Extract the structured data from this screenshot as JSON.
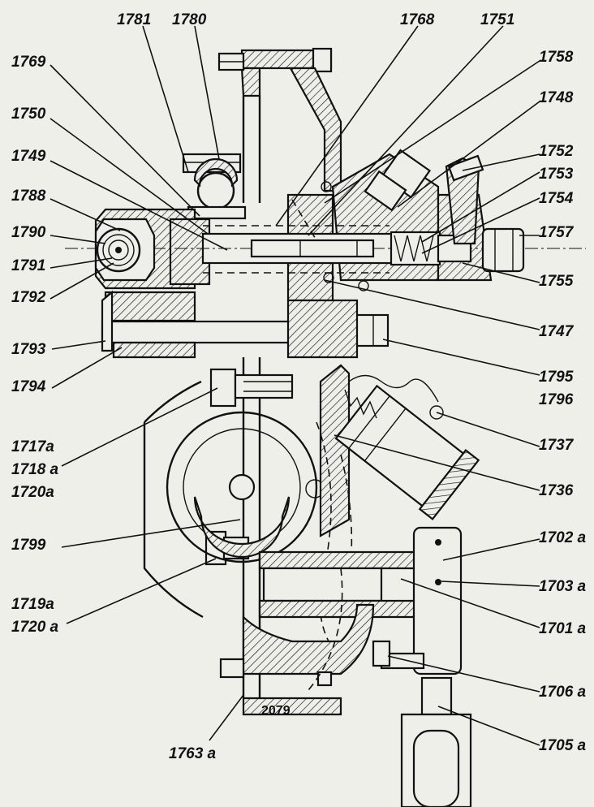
{
  "labels": [
    {
      "id": "l1781",
      "text": "1781"
    },
    {
      "id": "l1780",
      "text": "1780"
    },
    {
      "id": "l1768",
      "text": "1768"
    },
    {
      "id": "l1751",
      "text": "1751"
    },
    {
      "id": "l1769",
      "text": "1769"
    },
    {
      "id": "l1758",
      "text": "1758"
    },
    {
      "id": "l1750",
      "text": "1750"
    },
    {
      "id": "l1748",
      "text": "1748"
    },
    {
      "id": "l1749",
      "text": "1749"
    },
    {
      "id": "l1752",
      "text": "1752"
    },
    {
      "id": "l1753",
      "text": "1753"
    },
    {
      "id": "l1788",
      "text": "1788"
    },
    {
      "id": "l1754",
      "text": "1754"
    },
    {
      "id": "l1790",
      "text": "1790"
    },
    {
      "id": "l1757",
      "text": "1757"
    },
    {
      "id": "l1791",
      "text": "1791"
    },
    {
      "id": "l1755",
      "text": "1755"
    },
    {
      "id": "l1792",
      "text": "1792"
    },
    {
      "id": "l1747",
      "text": "1747"
    },
    {
      "id": "l1793",
      "text": "1793"
    },
    {
      "id": "l1795",
      "text": "1795"
    },
    {
      "id": "l1794",
      "text": "1794"
    },
    {
      "id": "l1796",
      "text": "1796"
    },
    {
      "id": "l1717a",
      "text": "1717a"
    },
    {
      "id": "l1737",
      "text": "1737"
    },
    {
      "id": "l1718a",
      "text": "1718 a"
    },
    {
      "id": "l1720a1",
      "text": "1720a"
    },
    {
      "id": "l1736",
      "text": "1736"
    },
    {
      "id": "l1702a",
      "text": "1702 a"
    },
    {
      "id": "l1799",
      "text": "1799"
    },
    {
      "id": "l1703a",
      "text": "1703 a"
    },
    {
      "id": "l1719a",
      "text": "1719a"
    },
    {
      "id": "l1701a",
      "text": "1701 a"
    },
    {
      "id": "l1720a2",
      "text": "1720 a"
    },
    {
      "id": "l1706a",
      "text": "1706 a"
    },
    {
      "id": "l2079",
      "text": "2079"
    },
    {
      "id": "l1705a",
      "text": "1705 a"
    },
    {
      "id": "l1763a",
      "text": "1763 a"
    }
  ]
}
